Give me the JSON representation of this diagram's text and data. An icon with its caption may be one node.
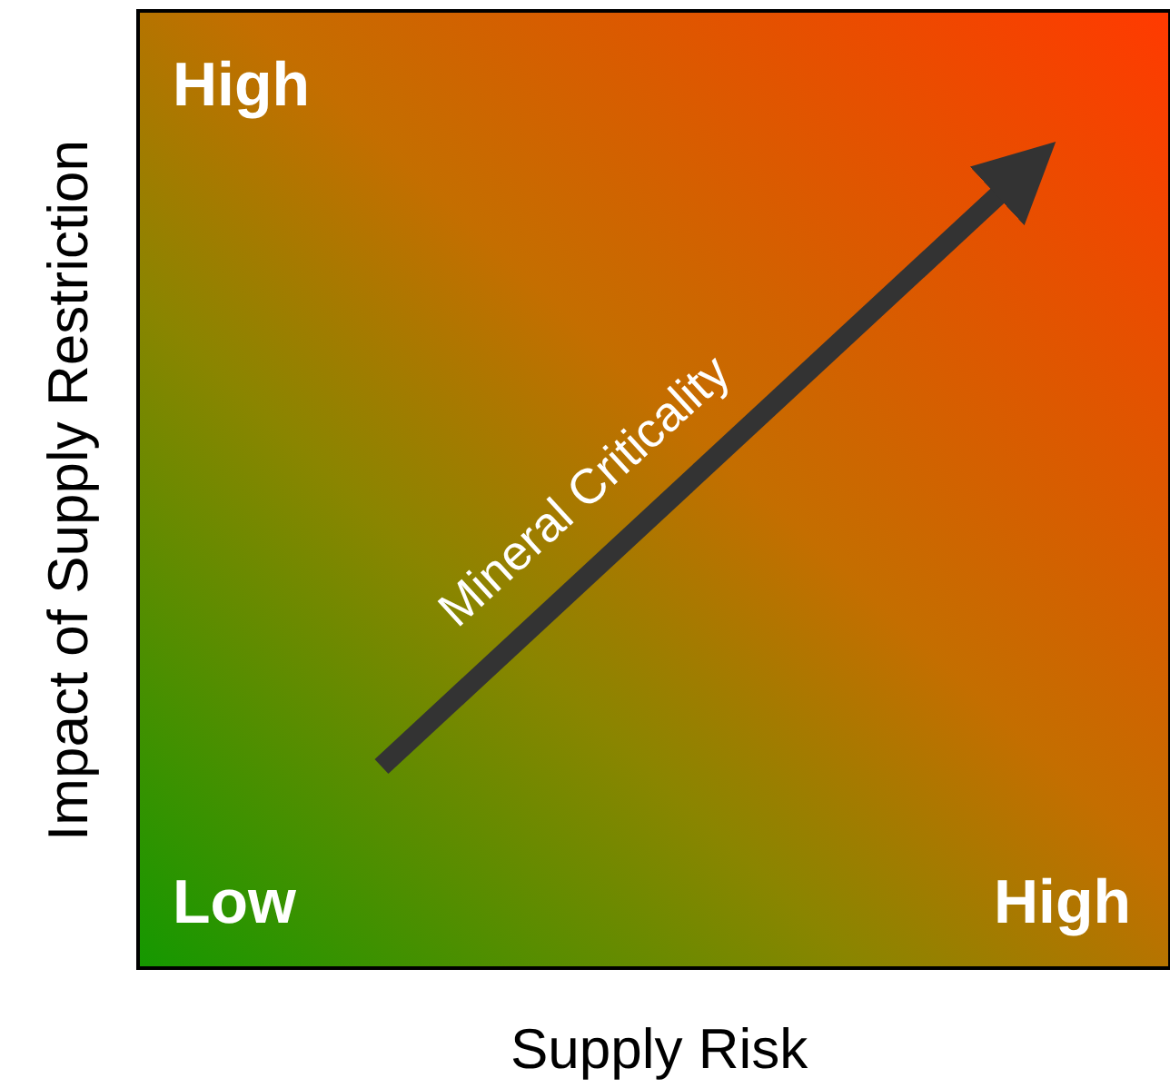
{
  "diagram": {
    "labels": [
      "Impact of Supply Restriction",
      "High",
      "Mineral Criticality",
      "Low",
      "High",
      "Supply Risk"
    ]
  }
}
